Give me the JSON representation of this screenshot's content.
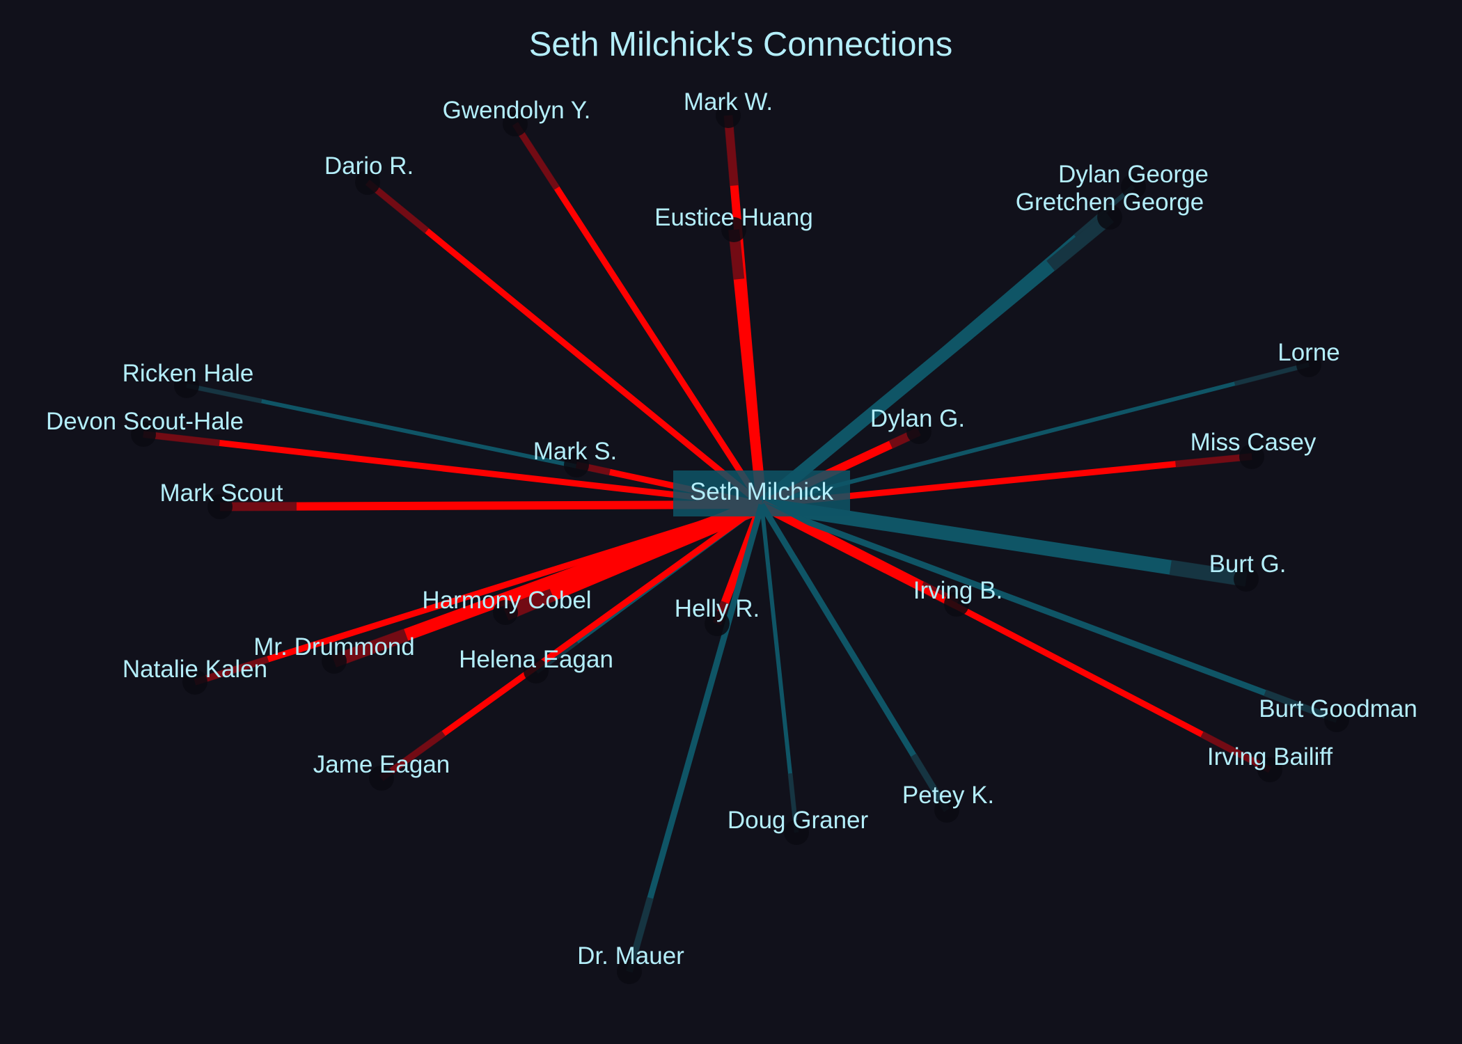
{
  "title": "Seth Milchick's Connections",
  "colors": {
    "background": "#11111b",
    "text": "#b4eefa",
    "positive": "#ff0000",
    "negative": "#0f5566",
    "node_fill": "#0b0b12",
    "center_box": "#0e5566"
  },
  "center": {
    "name": "Seth Milchick"
  },
  "nodes": [
    {
      "id": "mark-w",
      "name": "Mark W.",
      "tie": "positive",
      "strength": 3
    },
    {
      "id": "gwendolyn-y",
      "name": "Gwendolyn Y.",
      "tie": "positive",
      "strength": 2
    },
    {
      "id": "dario-r",
      "name": "Dario R.",
      "tie": "positive",
      "strength": 2
    },
    {
      "id": "eustice-huang",
      "name": "Eustice Huang",
      "tie": "positive",
      "strength": 4
    },
    {
      "id": "dylan-george",
      "name": "Dylan George",
      "tie": "negative",
      "strength": 1
    },
    {
      "id": "gretchen-george",
      "name": "Gretchen George",
      "tie": "negative",
      "strength": 5
    },
    {
      "id": "lorne",
      "name": "Lorne",
      "tie": "negative",
      "strength": 1
    },
    {
      "id": "ricken-hale",
      "name": "Ricken Hale",
      "tie": "negative",
      "strength": 1
    },
    {
      "id": "devon-scout-hale",
      "name": "Devon Scout-Hale",
      "tie": "positive",
      "strength": 2
    },
    {
      "id": "dylan-g",
      "name": "Dylan G.",
      "tie": "positive",
      "strength": 3
    },
    {
      "id": "mark-s",
      "name": "Mark S.",
      "tie": "positive",
      "strength": 2
    },
    {
      "id": "miss-casey",
      "name": "Miss Casey",
      "tie": "positive",
      "strength": 2
    },
    {
      "id": "mark-scout",
      "name": "Mark Scout",
      "tie": "positive",
      "strength": 3
    },
    {
      "id": "burt-g",
      "name": "Burt G.",
      "tie": "negative",
      "strength": 6
    },
    {
      "id": "harmony-cobel",
      "name": "Harmony Cobel",
      "tie": "positive",
      "strength": 7
    },
    {
      "id": "irving-b",
      "name": "Irving B.",
      "tie": "positive",
      "strength": 4
    },
    {
      "id": "helly-r",
      "name": "Helly R.",
      "tie": "positive",
      "strength": 3
    },
    {
      "id": "mr-drummond",
      "name": "Mr. Drummond",
      "tie": "positive",
      "strength": 5
    },
    {
      "id": "natalie-kalen",
      "name": "Natalie Kalen",
      "tie": "positive",
      "strength": 2
    },
    {
      "id": "helena-eagan",
      "name": "Helena Eagan",
      "tie": "negative",
      "strength": 2
    },
    {
      "id": "burt-goodman",
      "name": "Burt Goodman",
      "tie": "negative",
      "strength": 2
    },
    {
      "id": "irving-bailiff",
      "name": "Irving Bailiff",
      "tie": "positive",
      "strength": 2
    },
    {
      "id": "jame-eagan",
      "name": "Jame Eagan",
      "tie": "positive",
      "strength": 2
    },
    {
      "id": "petey-k",
      "name": "Petey K.",
      "tie": "negative",
      "strength": 2
    },
    {
      "id": "doug-graner",
      "name": "Doug Graner",
      "tie": "negative",
      "strength": 1
    },
    {
      "id": "dr-mauer",
      "name": "Dr. Mauer",
      "tie": "negative",
      "strength": 2
    }
  ]
}
